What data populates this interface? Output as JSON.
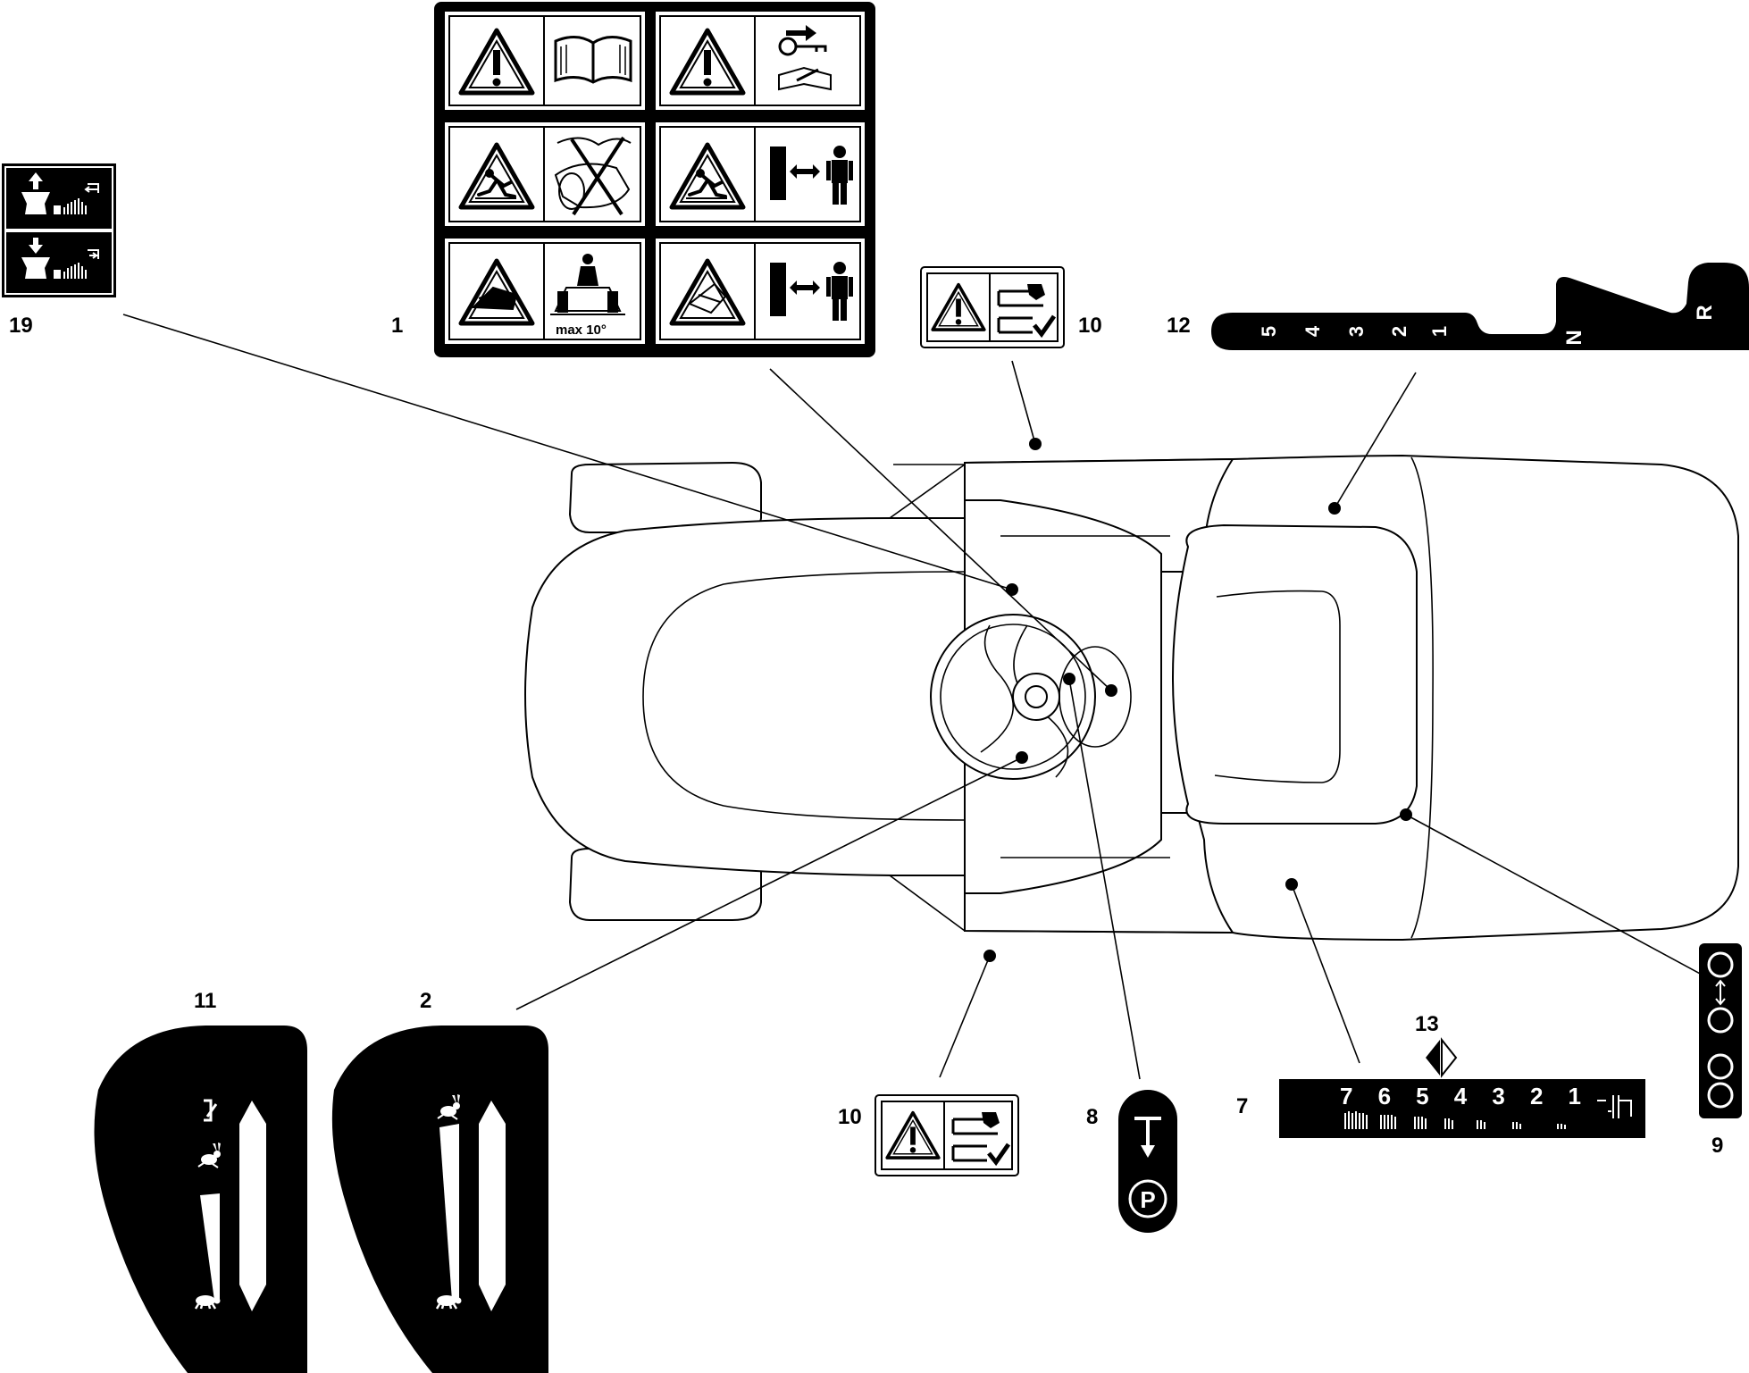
{
  "callouts": {
    "c1": "1",
    "c2": "2",
    "c7": "7",
    "c8": "8",
    "c9": "9",
    "c10_top": "10",
    "c10_bottom": "10",
    "c11": "11",
    "c12": "12",
    "c13": "13",
    "c19": "19"
  },
  "labels": {
    "slope_limit": "max 10°",
    "gears": [
      "5",
      "4",
      "3",
      "2",
      "1"
    ],
    "neutral": "N",
    "reverse": "R",
    "speed_scale": "7654321",
    "parking": "P"
  },
  "icons": {
    "warning": "warning-triangle-icon",
    "manual": "read-manual-icon",
    "key": "remove-key-icon",
    "rabbit": "rabbit-fast-icon",
    "turtle": "turtle-slow-icon",
    "choke": "choke-icon",
    "parking_brake": "parking-brake-icon"
  },
  "colors": {
    "ink": "#000000",
    "paper": "#ffffff"
  }
}
